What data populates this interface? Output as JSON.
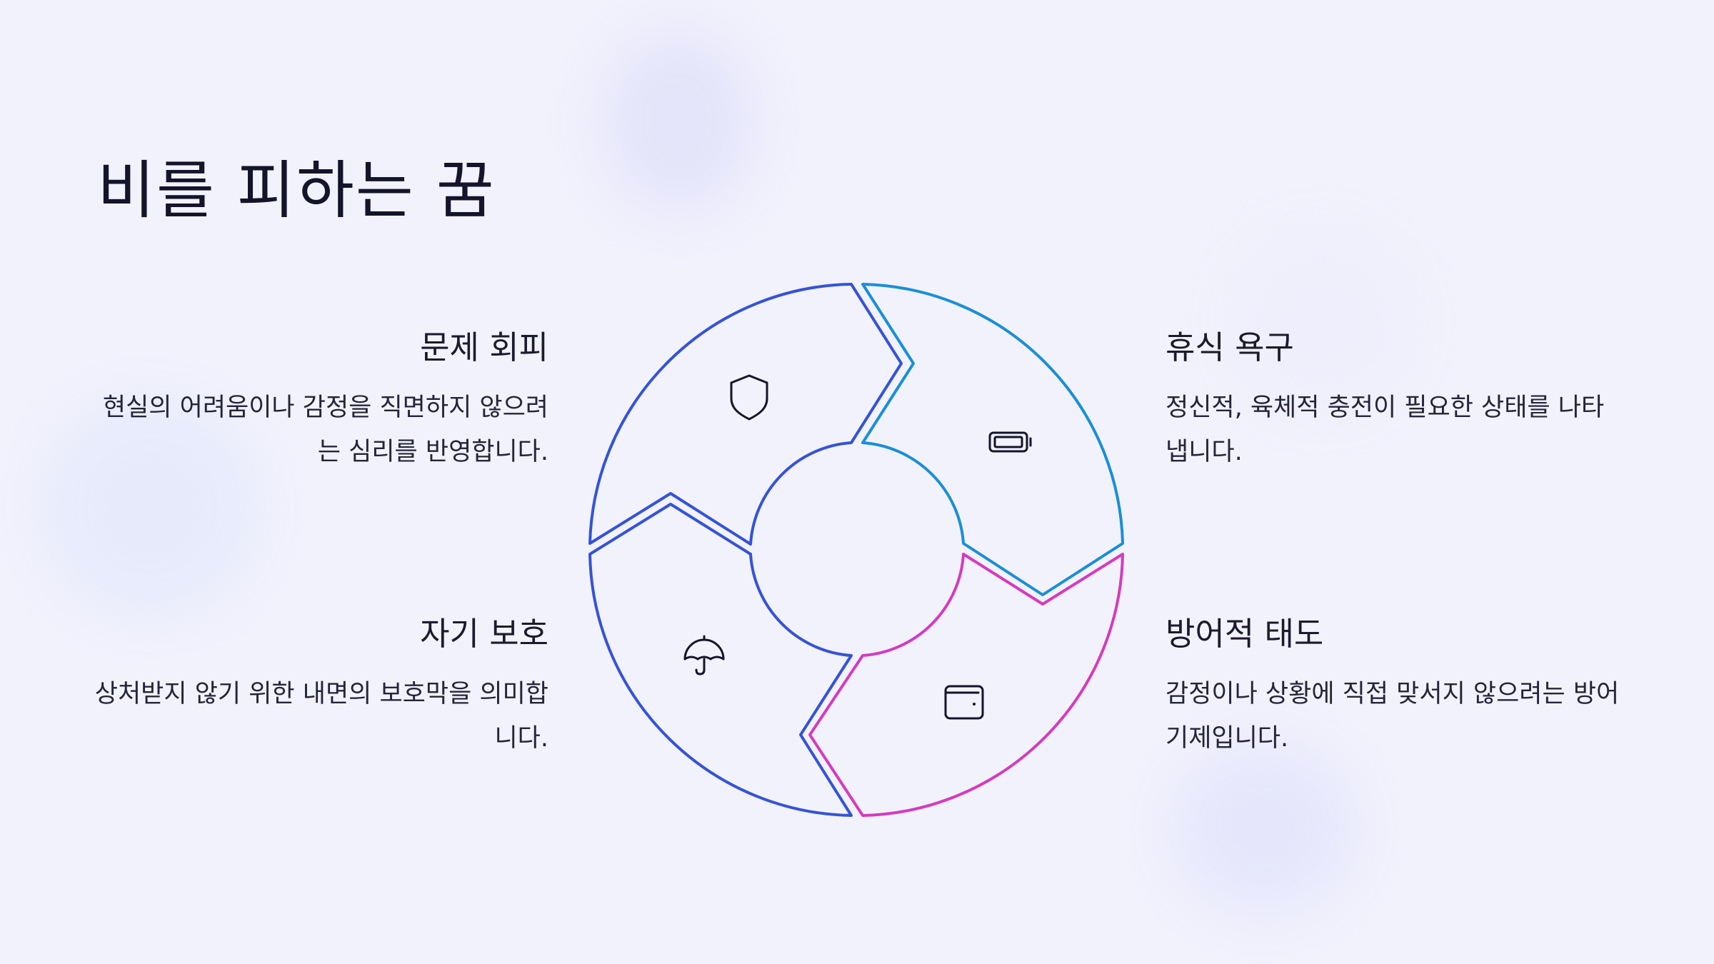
{
  "title": "비를 피하는 꿈",
  "colors": {
    "background": "#f2f2fd",
    "blue": "#3553d6",
    "cyan": "#1a8fd6",
    "magenta": "#d43bbf",
    "text": "#1b1b2e"
  },
  "items": [
    {
      "id": "problem-avoidance",
      "title": "문제 회피",
      "description": "현실의 어려움이나 감정을 직면하지 않으려는 심리를 반영합니다.",
      "icon": "shield-icon"
    },
    {
      "id": "rest-need",
      "title": "휴식 욕구",
      "description": "정신적, 육체적 충전이 필요한 상태를 나타냅니다.",
      "icon": "battery-icon"
    },
    {
      "id": "self-protection",
      "title": "자기 보호",
      "description": "상처받지 않기 위한 내면의 보호막을 의미합니다.",
      "icon": "umbrella-icon"
    },
    {
      "id": "defensive-attitude",
      "title": "방어적 태도",
      "description": "감정이나 상황에 직접 맞서지 않으려는 방어 기제입니다.",
      "icon": "wallet-icon"
    }
  ]
}
